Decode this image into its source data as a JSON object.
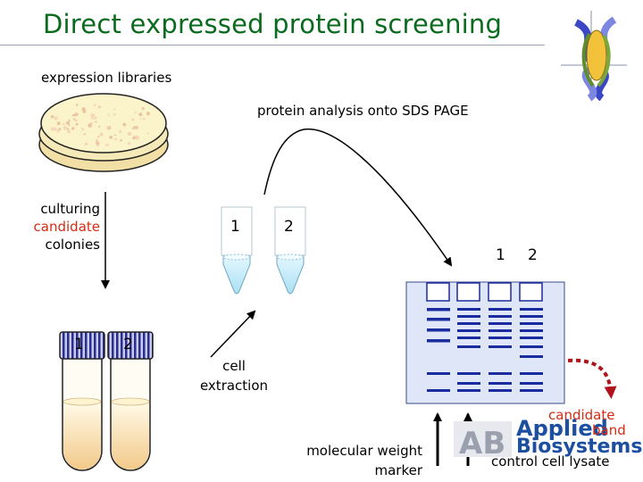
{
  "title": "Direct expressed protein screening",
  "labels": {
    "expression_libraries": "expression libraries",
    "protein_analysis": "protein analysis onto SDS PAGE",
    "culturing_line1": "culturing",
    "culturing_line2": "candidate",
    "culturing_line3": "colonies",
    "cell_extraction_line1": "cell",
    "cell_extraction_line2": "extraction",
    "mw_marker_line1": "molecular weight",
    "mw_marker_line2": "marker",
    "candidate_line1": "candidate",
    "candidate_line2": "band",
    "control_cell_lysate": "control cell lysate"
  },
  "tube_labels": {
    "tube1": "1",
    "tube2": "2"
  },
  "microtube_labels": {
    "tube1": "1",
    "tube2": "2"
  },
  "gel_lane_labels": {
    "lane1": "1",
    "lane2": "2"
  },
  "logo": {
    "line1": "Applied",
    "line2": "Biosystems",
    "mark": "AB"
  },
  "colors": {
    "title": "#0a6b1e",
    "accent_red": "#d42b12",
    "gel": "#dfe6f7",
    "band": "#1b2c9e",
    "dotted_arrow": "#b0131b"
  }
}
